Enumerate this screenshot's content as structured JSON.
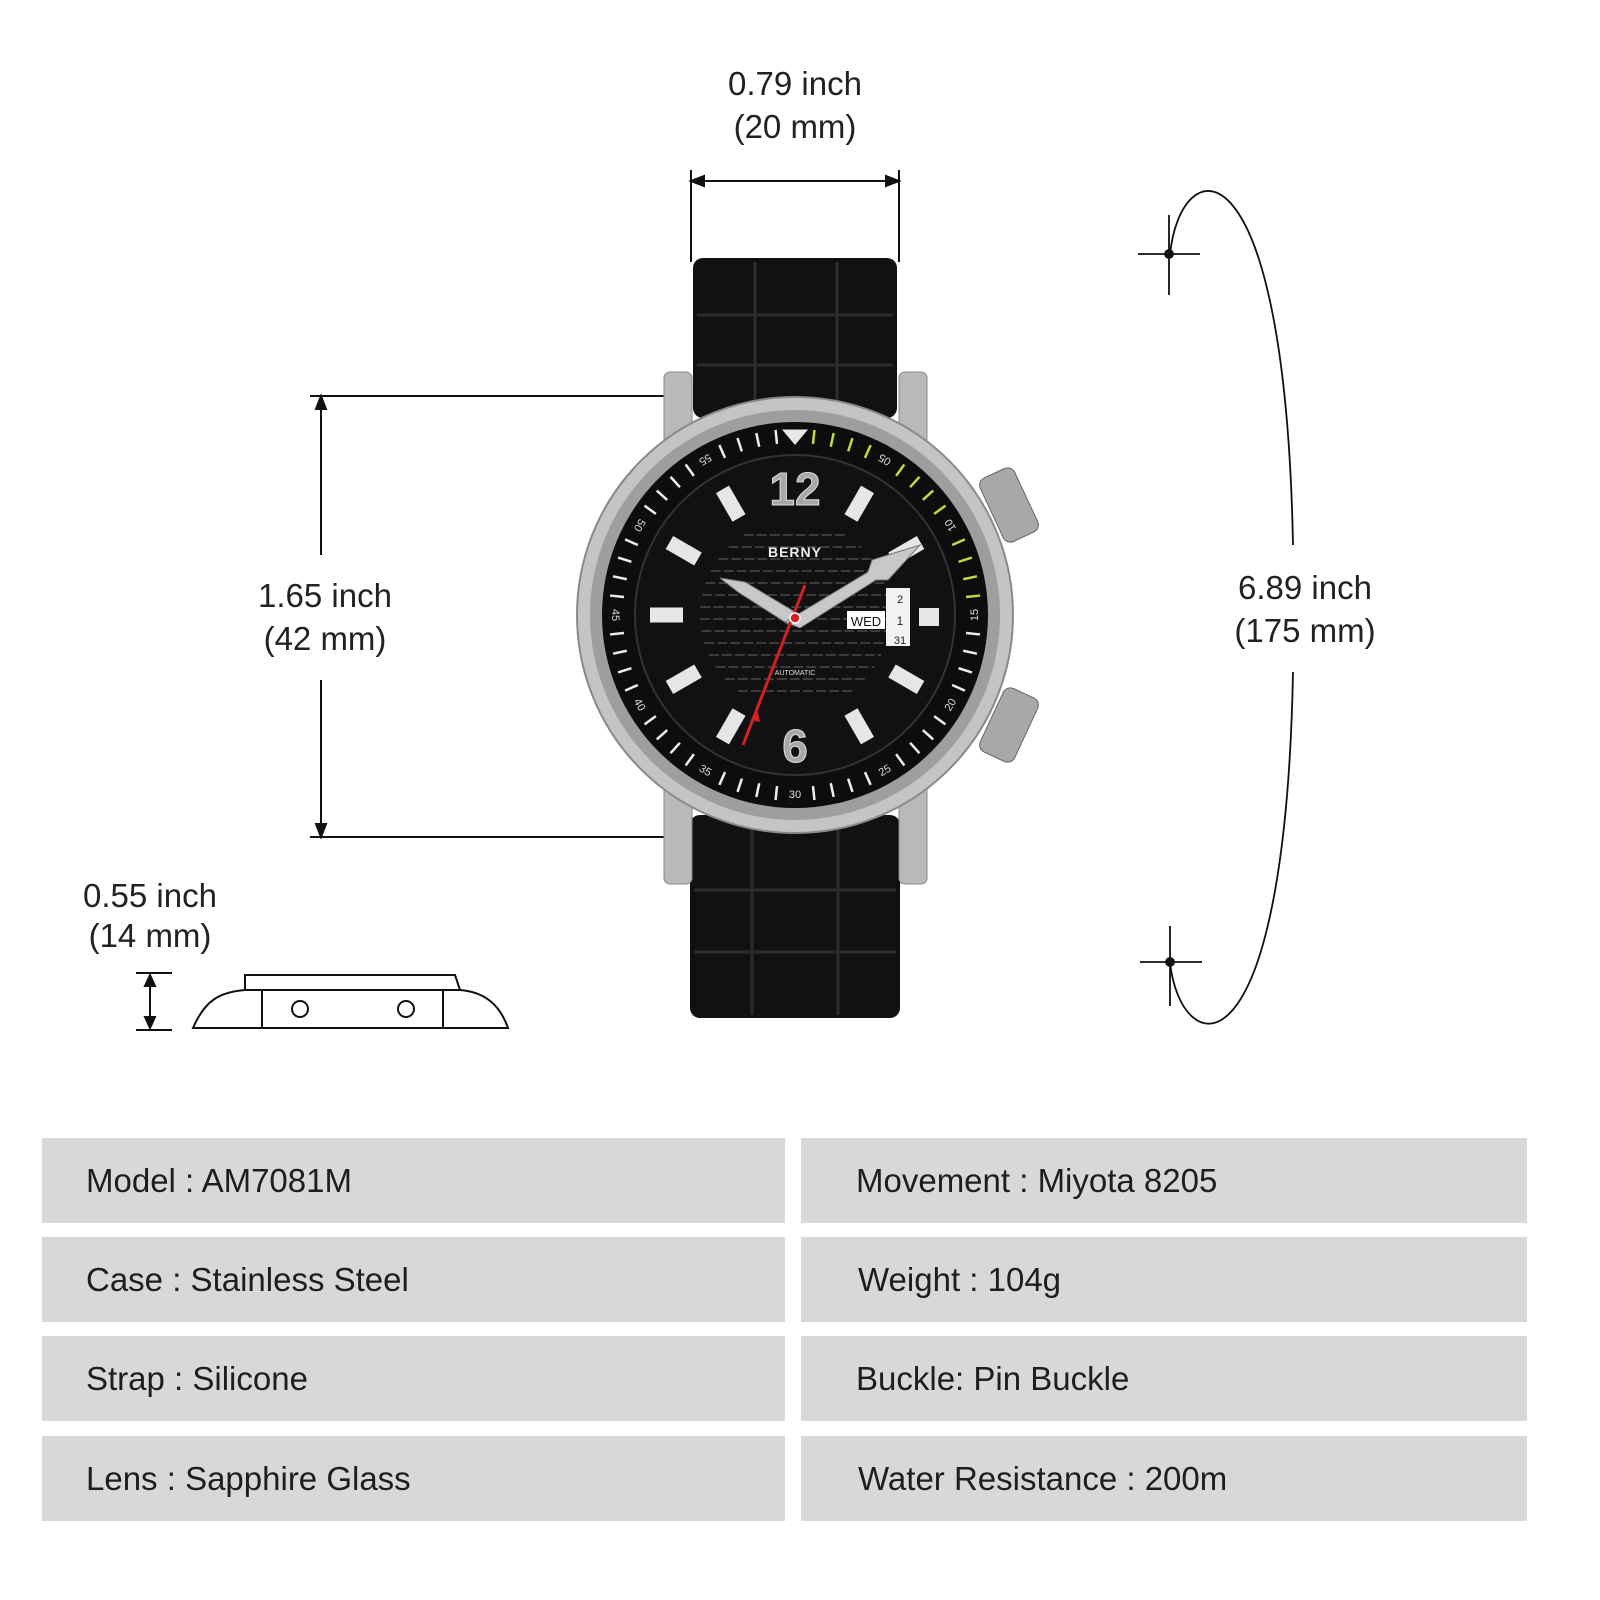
{
  "dimensions": {
    "strap_width": {
      "inch": "0.79 inch",
      "mm": "(20 mm)"
    },
    "case_diameter": {
      "inch": "1.65 inch",
      "mm": "(42 mm)"
    },
    "strap_length": {
      "inch": "6.89 inch",
      "mm": "(175 mm)"
    },
    "thickness": {
      "inch": "0.55 inch",
      "mm": "(14 mm)"
    }
  },
  "watch": {
    "brand": "BERNY",
    "dial_text": "AUTOMATIC",
    "day": "WED",
    "date_above": "2",
    "date": "1",
    "date_below": "31",
    "hour_12": "12",
    "hour_6": "6",
    "bezel_numbers": [
      "05",
      "10",
      "15",
      "20",
      "25",
      "30",
      "35",
      "40",
      "45",
      "50",
      "55"
    ],
    "accent_color": "#c8d640",
    "second_hand_color": "#d42020"
  },
  "specs": {
    "left": [
      "Model : AM7081M",
      "Case : Stainless Steel",
      "Strap : Silicone",
      "Lens : Sapphire Glass"
    ],
    "right": [
      "Movement : Miyota 8205",
      "Weight : 104g",
      "Buckle: Pin Buckle",
      "Water Resistance : 200m"
    ]
  }
}
